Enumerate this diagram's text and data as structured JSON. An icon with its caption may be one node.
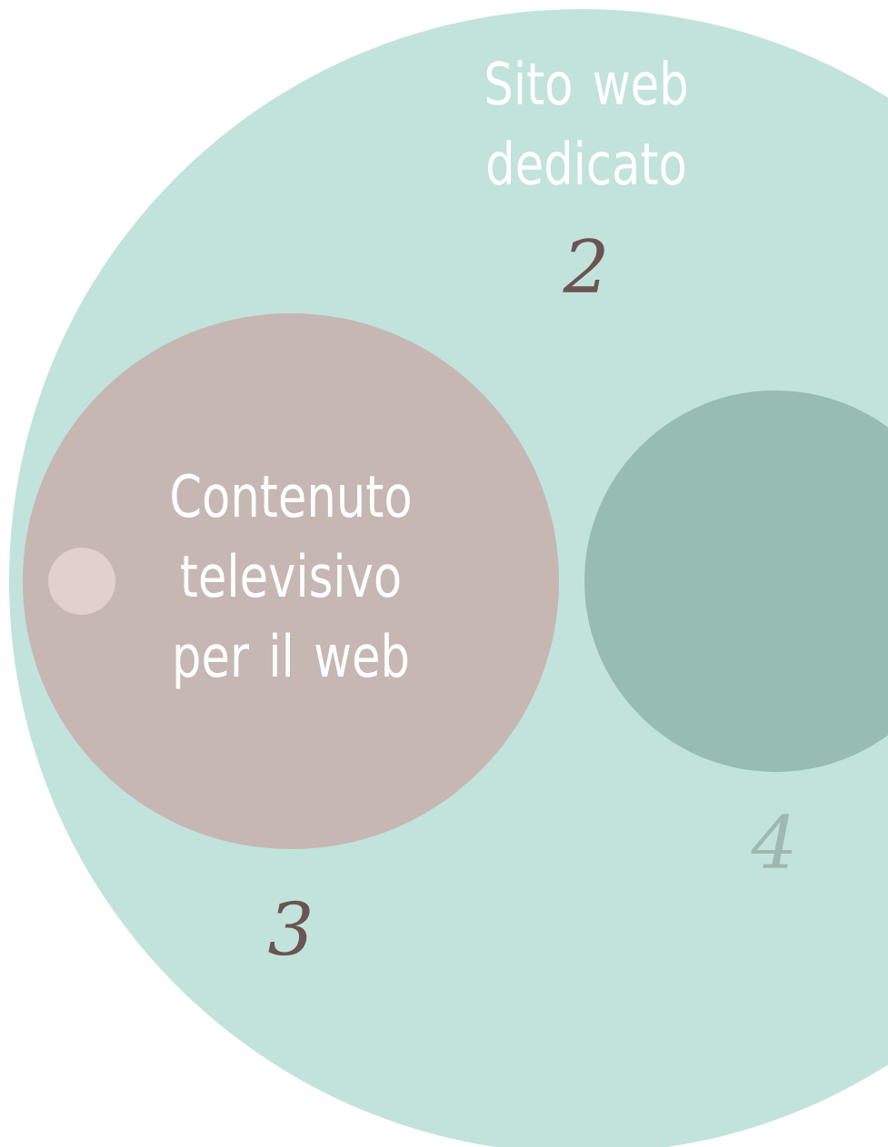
{
  "diagram": {
    "nodes": [
      {
        "text": [
          "Sito web dedicato"
        ],
        "beside": [
          "2"
        ]
      },
      {
        "text": [
          "Contenuto televisivo per il web"
        ],
        "beside": [
          "3"
        ],
        "in": 0
      },
      {
        "text": [],
        "shape": "circle",
        "in": 1
      },
      {
        "text": [],
        "shape": "circle",
        "in": 0,
        "beside": [
          "4"
        ]
      }
    ]
  }
}
